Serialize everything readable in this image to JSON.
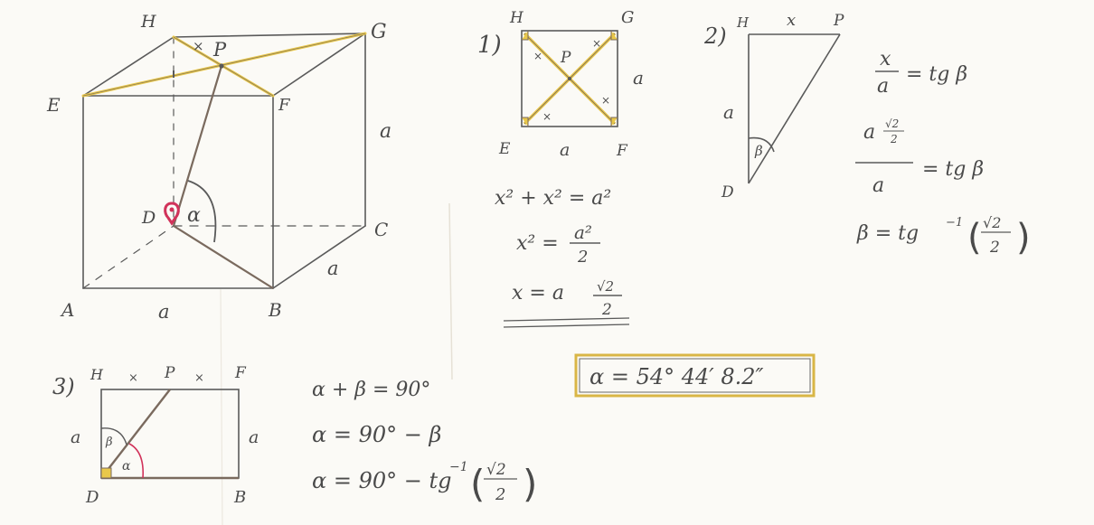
{
  "colors": {
    "paper": "#fbfaf6",
    "pencil": "#5a5a5a",
    "construction": "#7a6a5e",
    "highlight": "#e9c84a",
    "marker_pink": "#d1325a",
    "frame": "#d9b646"
  },
  "cube": {
    "labels": {
      "H": "H",
      "G": "G",
      "E": "E",
      "F": "F",
      "A": "A",
      "B": "B",
      "C": "C",
      "D": "D",
      "P": "P"
    },
    "edge_a_bottom": "a",
    "edge_a_right": "a",
    "edge_a_depth": "a",
    "x_mark": "×",
    "angle": "α"
  },
  "step1": {
    "number": "1)",
    "corners": {
      "H": "H",
      "G": "G",
      "E": "E",
      "F": "F"
    },
    "center": "P",
    "side_right": "a",
    "side_bottom": "a",
    "x_marks": [
      "×",
      "×",
      "×",
      "×"
    ],
    "eq1": "x² + x² = a²",
    "eq2_lhs": "x² =",
    "eq2_num": "a²",
    "eq2_den": "2",
    "eq3_lhs": "x = a",
    "eq3_num": "√2",
    "eq3_den": "2"
  },
  "step2": {
    "number": "2)",
    "labels": {
      "H": "H",
      "P": "P",
      "D": "D"
    },
    "side_top": "x",
    "side_left": "a",
    "angle": "β",
    "eq1_num": "x",
    "eq1_den": "a",
    "eq1_rhs": "= tg β",
    "eq2_top": "a",
    "eq2_top_num": "√2",
    "eq2_top_den": "2",
    "eq2_bottom": "a",
    "eq2_rhs": "= tg β",
    "eq3_lhs": "β = tg",
    "eq3_sup": "−1",
    "eq3_num": "√2",
    "eq3_den": "2"
  },
  "step3": {
    "number": "3)",
    "labels": {
      "H": "H",
      "P": "P",
      "F": "F",
      "D": "D",
      "B": "B"
    },
    "top_x1": "×",
    "top_x2": "×",
    "side_left": "a",
    "side_right": "a",
    "angle_beta": "β",
    "angle_alpha": "α",
    "eq1": "α + β = 90°",
    "eq2": "α = 90° − β",
    "eq3_lhs": "α = 90° − tg",
    "eq3_sup": "−1",
    "eq3_num": "√2",
    "eq3_den": "2"
  },
  "result": {
    "text": "α = 54°  44′  8.2″"
  }
}
